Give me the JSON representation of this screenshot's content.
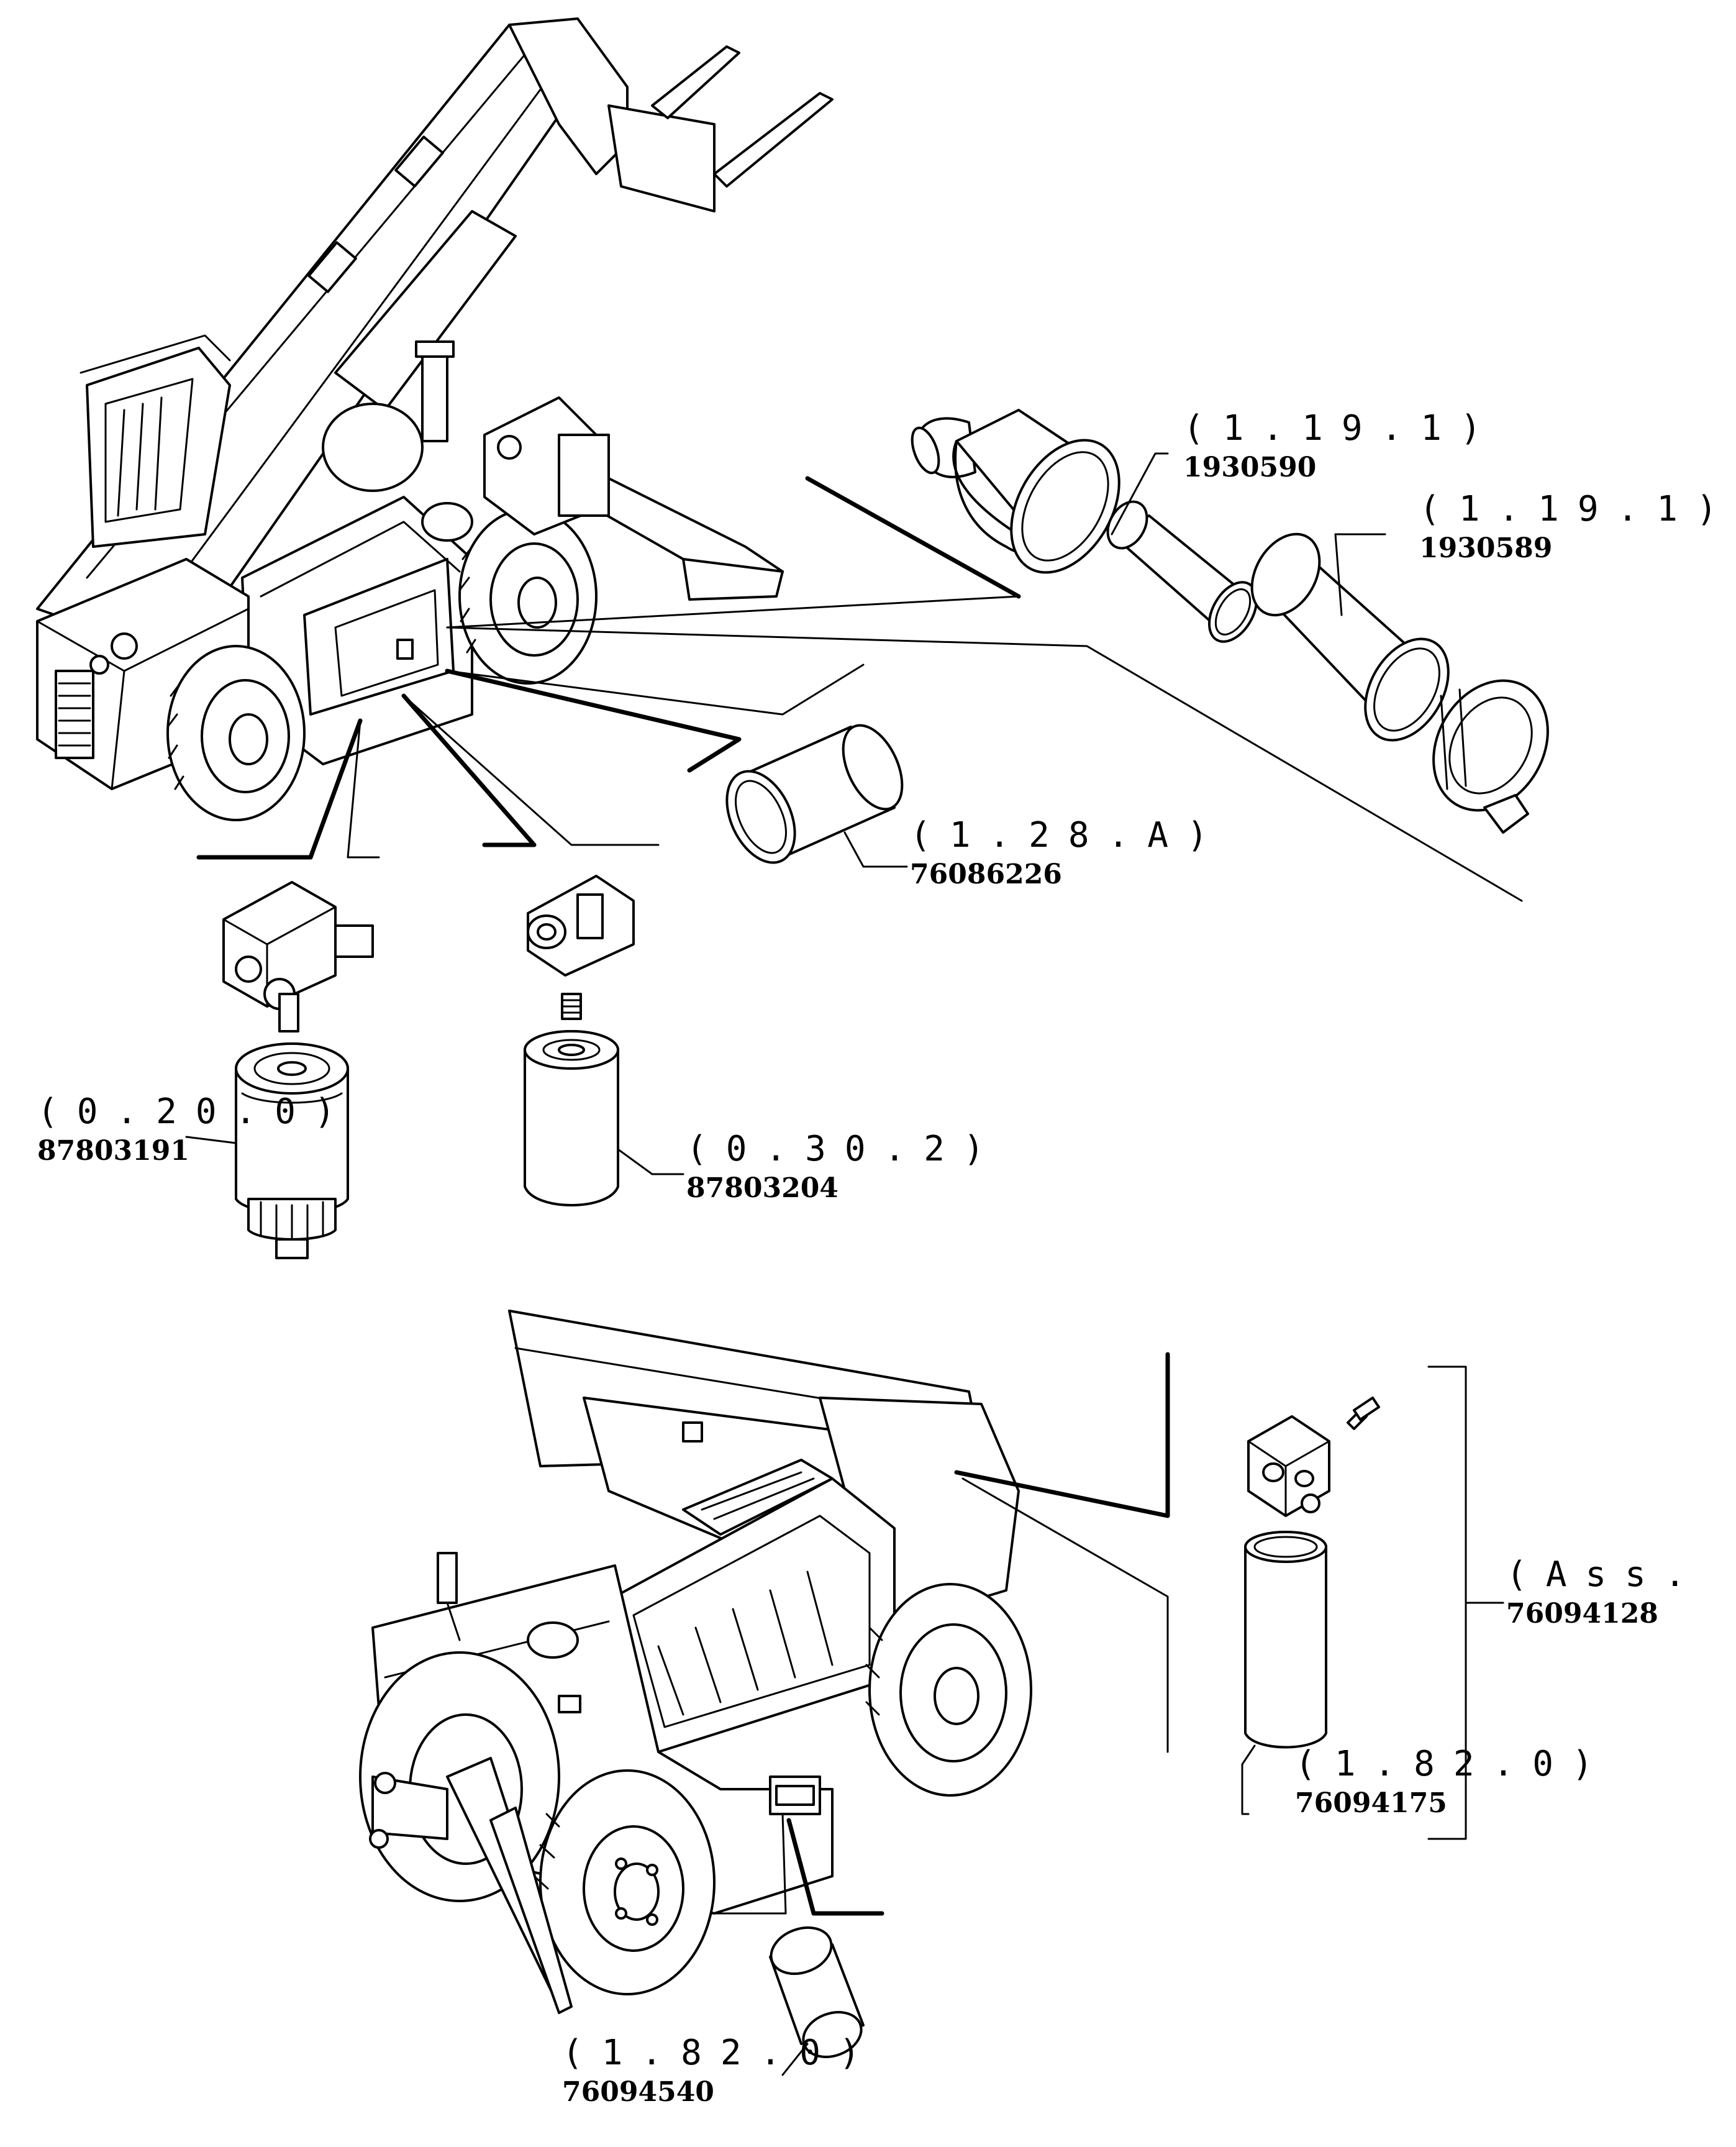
{
  "callouts": [
    {
      "id": "c1",
      "ref": "(1.19.1)",
      "part": "1930590"
    },
    {
      "id": "c2",
      "ref": "(1.19.1)",
      "part": "1930589"
    },
    {
      "id": "c3",
      "ref": "(1.28.A)",
      "part": "76086226"
    },
    {
      "id": "c4",
      "ref": "(0.20.0)",
      "part": "87803191"
    },
    {
      "id": "c5",
      "ref": "(0.30.2)",
      "part": "87803204"
    },
    {
      "id": "c6",
      "ref": "(Ass.",
      "part": "76094128"
    },
    {
      "id": "c7",
      "ref": "(1.82.0)",
      "part": "76094175"
    },
    {
      "id": "c8",
      "ref": "(1.82.0)",
      "part": "76094540"
    }
  ]
}
